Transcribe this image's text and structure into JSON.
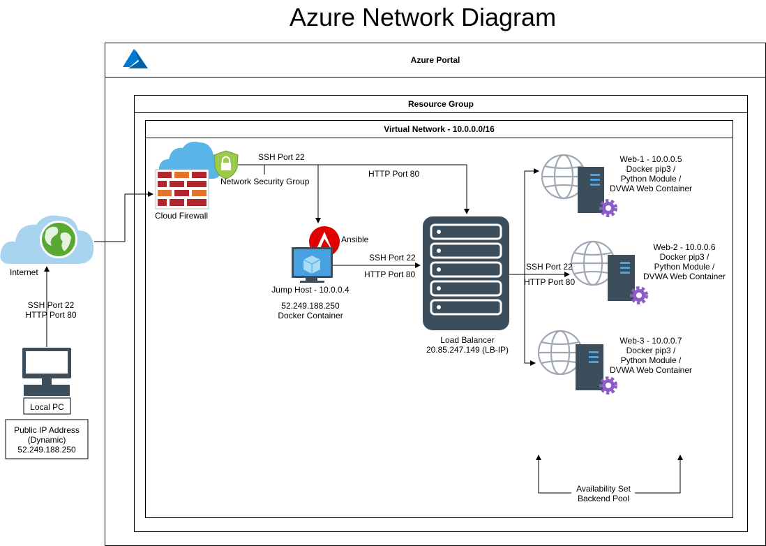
{
  "title": "Azure Network Diagram",
  "azure_portal": {
    "label": "Azure Portal"
  },
  "resource_group": {
    "label": "Resource Group"
  },
  "virtual_network": {
    "label": "Virtual Network - 10.0.0.0/16"
  },
  "internet": {
    "label": "Internet"
  },
  "local_pc": {
    "ports": "SSH Port 22\nHTTP Port 80",
    "label": "Local PC",
    "ip_box": "Public IP Address\n(Dynamic)\n52.249.188.250"
  },
  "firewall": {
    "label": "Cloud Firewall",
    "nsg_label": "Network Security Group",
    "ssh_label": "SSH Port 22",
    "http_label": "HTTP Port 80"
  },
  "jump_host": {
    "ansible_label": "Ansible",
    "label": "Jump Host - 10.0.0.4",
    "details": "52.249.188.250\nDocker Container",
    "ssh_label": "SSH Port 22",
    "http_label": "HTTP Port 80"
  },
  "load_balancer": {
    "label": "Load Balancer\n20.85.247.149 (LB-IP)",
    "ssh_label": "SSH Port 22",
    "http_label": "HTTP Port 80"
  },
  "web_servers": [
    {
      "label": "Web-1 - 10.0.0.5\n    Docker pip3 /\nPython Module /\nDVWA Web Container"
    },
    {
      "label": "Web-2 - 10.0.0.6\n    Docker pip3 /\nPython Module /\nDVWA Web Container"
    },
    {
      "label": "Web-3 - 10.0.0.7\n    Docker pip3 /\nPython Module /\nDVWA Web Container"
    }
  ],
  "availability_set": {
    "label": "Availability Set\nBackend Pool"
  },
  "colors": {
    "azure_blue": "#0078D4",
    "cloud_blue": "#A8D4F0",
    "firewall_red": "#B0272D",
    "server_dark": "#3C4D5C",
    "globe_gray": "#A0A8B4",
    "gear_purple": "#8E5CC6",
    "ansible_red": "#E00000",
    "globe_green": "#58A832"
  }
}
